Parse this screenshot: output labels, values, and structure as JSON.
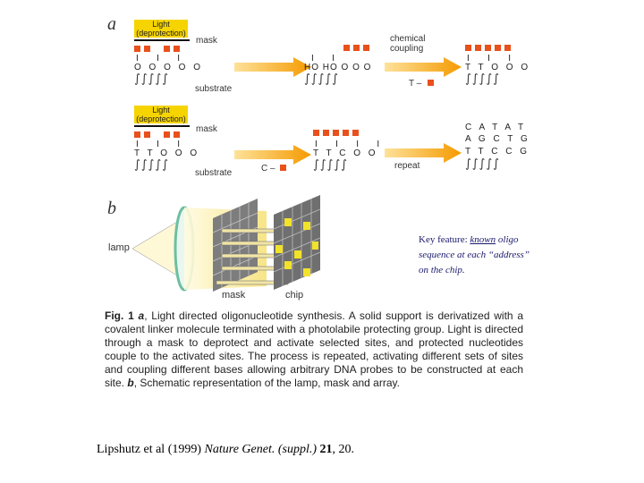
{
  "panel_a": {
    "letter": "a",
    "row1": {
      "light_label": "Light\n(deprotection)",
      "mask_label": "mask",
      "substrate_label": "substrate",
      "step1_bases": "O O O O O",
      "step1_ticks": "I   I   I",
      "step2_bases": "HO HO O O O",
      "step2_ticks": "I   I",
      "chem_label": "chemical\ncoupling",
      "reagent": "T –",
      "step3_bases": "T T O O O",
      "step3_ticks": "I   I   I"
    },
    "row2": {
      "light_label": "Light\n(deprotection)",
      "mask_label": "mask",
      "substrate_label": "substrate",
      "step1_bases": "T T O O O",
      "step1_ticks": "I   I   I",
      "step2_bases": "T T C O O",
      "step2_ticks": "I   I   I   I",
      "reagent": "C –",
      "repeat_label": "repeat",
      "final_line1": "C A T A T",
      "final_line2": "A G C T G",
      "final_line3": "T T C C G"
    },
    "colors": {
      "light": "#f5d400",
      "square": "#e8501c",
      "arrow": "#f5a000"
    }
  },
  "panel_b": {
    "letter": "b",
    "lamp_label": "lamp",
    "mask_label": "mask",
    "chip_label": "chip"
  },
  "key_feature": {
    "lead": "Key feature:",
    "underlined": "known",
    "rest_line1": " oligo",
    "line2": "sequence at each “address”",
    "line3": "on the chip."
  },
  "caption": {
    "fig": "Fig. 1",
    "a": "a",
    "text_a": ", Light directed oligonucleotide synthesis. A solid support is derivatized with a covalent linker molecule terminated with a photolabile protecting group. Light is directed through a mask to deprotect and activate selected sites, and protected nucleotides couple to the activated sites. The process is repeated, activating different sets of sites and coupling different bases allowing arbitrary DNA probes to be constructed at each site.",
    "b": "b",
    "text_b": ", Schematic representation of the lamp, mask and array."
  },
  "reference": {
    "authors": "Lipshutz et al (1999) ",
    "journal": "Nature Genet. (suppl.)",
    "volume": " 21",
    "pages": ", 20."
  }
}
